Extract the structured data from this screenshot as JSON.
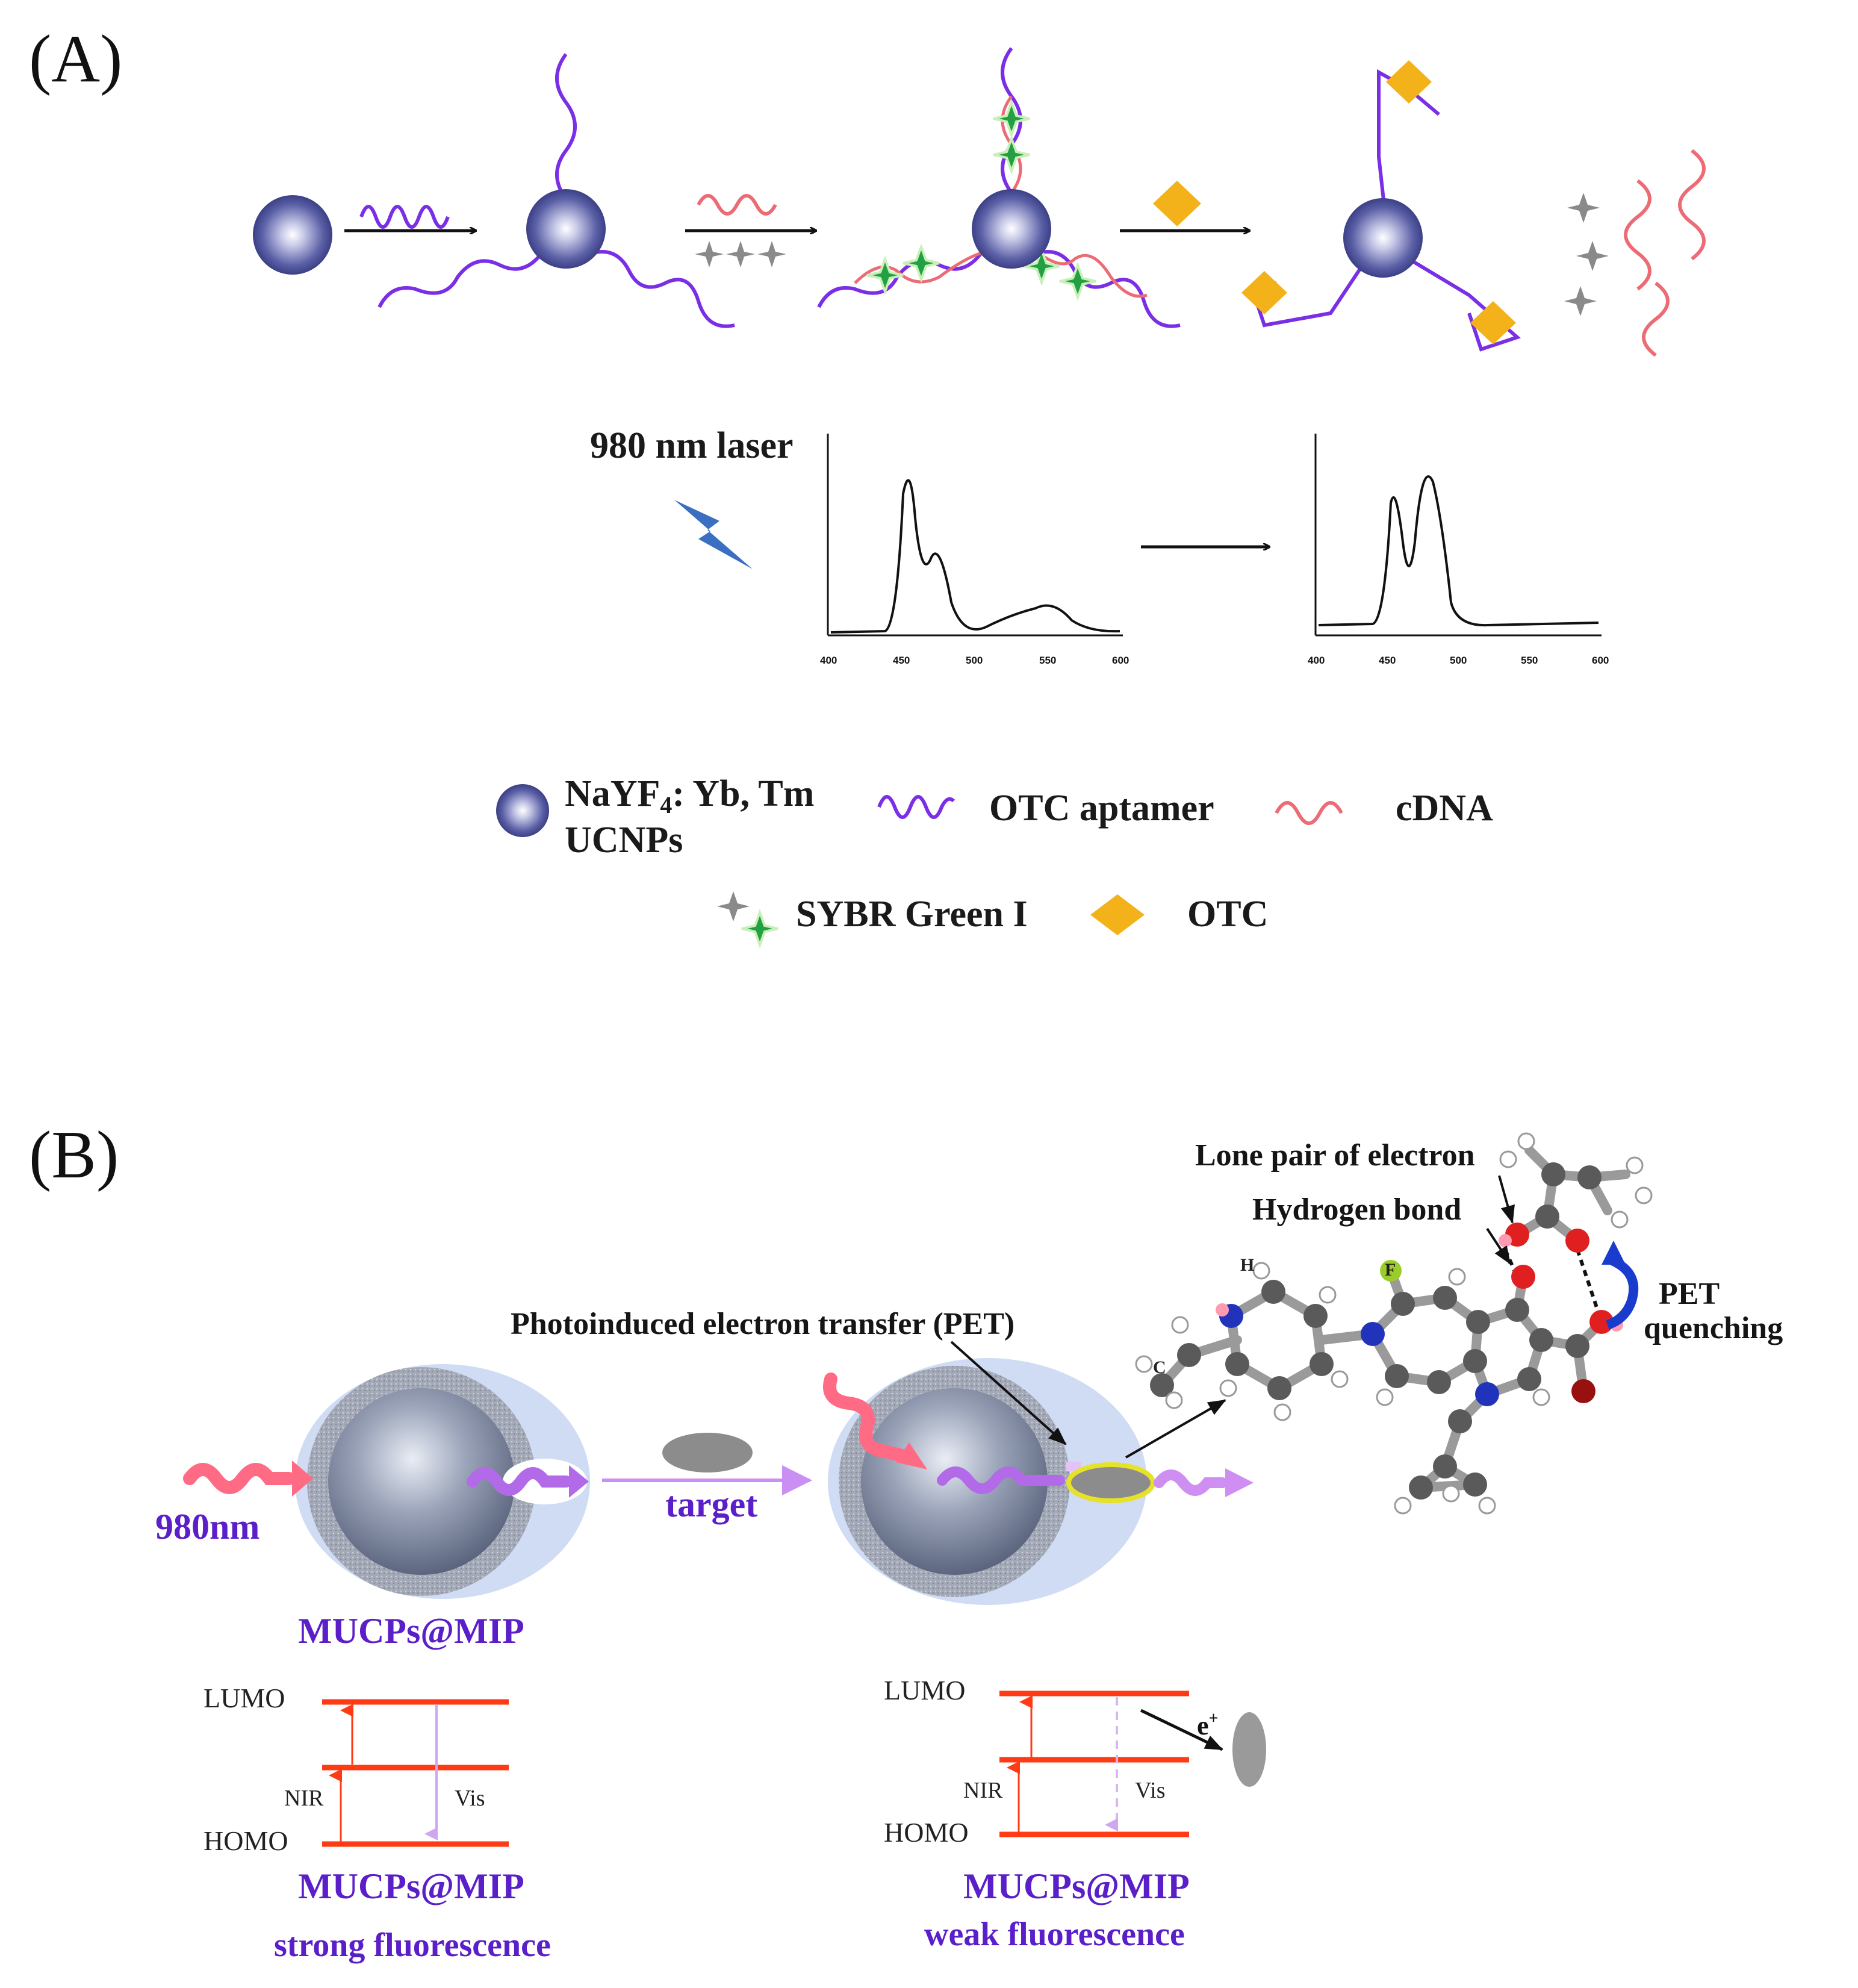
{
  "panel_a": {
    "label": "(A)",
    "laser_label": "980 nm laser",
    "spectrum_ticks": [
      "400",
      "450",
      "500",
      "550",
      "600"
    ],
    "legend": {
      "ucnp_line1_main": "NaYF",
      "ucnp_line1_sub": "4",
      "ucnp_line1_rest": ": Yb, Tm",
      "ucnp_line2": "UCNPs",
      "aptamer": "OTC aptamer",
      "cdna": "cDNA",
      "sybr": "SYBR Green I",
      "otc": "OTC"
    },
    "colors": {
      "particle": "#4a4f95",
      "aptamer": "#7a2ee6",
      "cdna": "#ec6b75",
      "sybr": "#23a043",
      "otc": "#f3b21a"
    }
  },
  "panel_b": {
    "label": "(B)",
    "nir_label": "980nm",
    "target_label": "target",
    "pet_label": "Photoinduced electron transfer  (PET)",
    "lone_pair_label": "Lone pair of electron",
    "hbond_label": "Hydrogen bond",
    "pet_quenching_line1": "PET",
    "pet_quenching_line2": "quenching",
    "atom_h": "H",
    "atom_f": "F",
    "atom_c": "C",
    "mucp_label": "MUCPs@MIP",
    "left_diagram": {
      "lumo": "LUMO",
      "homo": "HOMO",
      "nir": "NIR",
      "vis": "Vis",
      "title": "MUCPs@MIP",
      "subtitle": "strong fluorescence"
    },
    "right_diagram": {
      "lumo": "LUMO",
      "homo": "HOMO",
      "nir": "NIR",
      "vis": "Vis",
      "electron": "e",
      "electron_sup": "+",
      "title": "MUCPs@MIP",
      "subtitle": "weak fluorescence"
    },
    "colors": {
      "label_blue": "#5a1fc8",
      "level_line": "#ff3a14",
      "arrow_pink": "#ff6b85",
      "arrow_purple": "#b26ae8"
    }
  }
}
